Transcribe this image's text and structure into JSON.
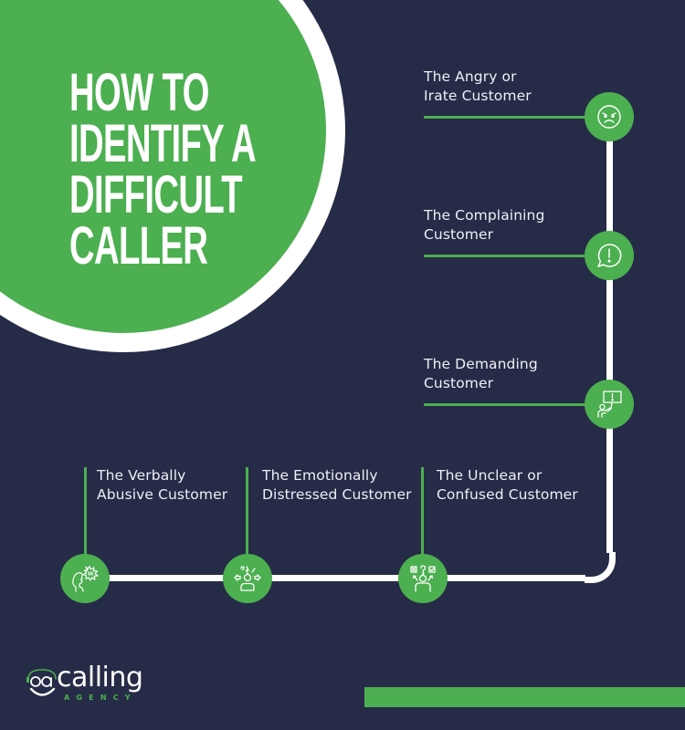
{
  "title": {
    "lines": [
      "HOW TO",
      "IDENTIFY A",
      "DIFFICULT",
      "CALLER"
    ]
  },
  "colors": {
    "background": "#262b47",
    "accent": "#4caf50",
    "line": "#ffffff",
    "text": "#eef0f6"
  },
  "steps": [
    {
      "line1": "The Angry or",
      "line2": "Irate Customer",
      "icon": "angry-face-icon"
    },
    {
      "line1": "The Complaining",
      "line2": "Customer",
      "icon": "speech-bubble-exclamation-icon"
    },
    {
      "line1": "The Demanding",
      "line2": "Customer",
      "icon": "person-holding-sign-icon"
    },
    {
      "line1": "The Unclear or",
      "line2": "Confused Customer",
      "icon": "confused-person-choices-icon"
    },
    {
      "line1": "The Emotionally",
      "line2": "Distressed Customer",
      "icon": "distressed-person-icon"
    },
    {
      "line1": "The Verbally",
      "line2": "Abusive Customer",
      "icon": "shouting-person-icon"
    }
  ],
  "logo": {
    "mark": "ca",
    "word": "calling",
    "sub": "AGENCY"
  }
}
